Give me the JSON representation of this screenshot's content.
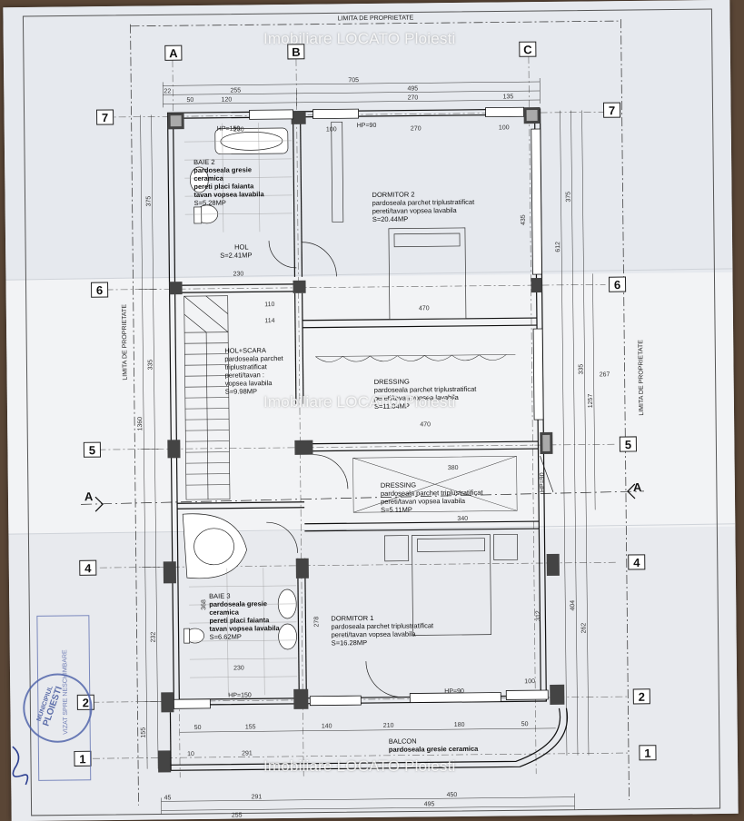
{
  "watermark": {
    "text": "Imobiliare LOCATO Ploiesti"
  },
  "property_limit": "LIMITA DE PROPRIETATE",
  "grid_letters": [
    "A",
    "B",
    "C"
  ],
  "grid_numbers": [
    "7",
    "6",
    "5",
    "4",
    "2",
    "1"
  ],
  "section_marks": [
    "A",
    "A"
  ],
  "rooms": {
    "baie2": {
      "name": "BAIE 2",
      "l1": "pardoseala gresie",
      "l2": "ceramica",
      "l3": "pereti placi faianta",
      "l4": "tavan vopsea lavabila",
      "area": "S=5.28MP"
    },
    "dormitor2": {
      "name": "DORMITOR 2",
      "l1": "pardoseala parchet triplustratificat",
      "l2": "pereti/tavan vopsea lavabila",
      "area": "S=20.44MP"
    },
    "hol": {
      "name": "HOL",
      "area": "S=2.41MP"
    },
    "hol_scara": {
      "name": "HOL+SCARA",
      "l1": "pardoseala parchet",
      "l2": "triplustratificat",
      "l3": "pereti/tavan :",
      "l4": "vopsea lavabila",
      "area": "S=9.98MP"
    },
    "dressing1": {
      "name": "DRESSING",
      "l1": "pardoseala parchet triplustratificat",
      "l2": "pereti/tavan vopsea lavabila",
      "area": "S=11.04MP"
    },
    "dressing2": {
      "name": "DRESSING",
      "l1": "pardoseala parchet triplustratificat",
      "l2": "pereti/tavan vopsea lavabila",
      "area": "S=5.11MP"
    },
    "baie3": {
      "name": "BAIE 3",
      "l1": "pardoseala gresie",
      "l2": "ceramica",
      "l3": "pereti placi faianta",
      "l4": "tavan vopsea lavabila",
      "area": "S=6.62MP"
    },
    "dormitor1": {
      "name": "DORMITOR 1",
      "l1": "pardoseala parchet triplustratificat",
      "l2": "pereti/tavan vopsea lavabila",
      "area": "S=16.28MP"
    },
    "balcon": {
      "name": "BALCON",
      "l1": "pardoseala gresie ceramica"
    }
  },
  "door_labels": {
    "hp150_top": "HP=150",
    "hp90_top": "HP=90",
    "hp150_bottom": "HP=150",
    "hp90_bottom": "HP=90",
    "hp90_mid": "HP=90"
  },
  "dimensions": {
    "top_total": "705",
    "top_a": "255",
    "top_b": "495",
    "top_c": "22",
    "top_d": "270",
    "top_e": "135",
    "bottom_total": "495",
    "bottom_a": "255",
    "bottom_b": "291",
    "bottom_c": "450",
    "bottom_d": "45",
    "right_375": "375",
    "right_612": "612",
    "right_1257": "1257",
    "right_267": "267",
    "right_262": "262",
    "right_404": "404",
    "left_1360": "1360",
    "left_375": "375",
    "left_335": "335",
    "left_232": "232",
    "left_155": "155",
    "r470a": "470",
    "r470b": "470",
    "r340": "340",
    "r380": "380",
    "r110": "110",
    "r114": "114",
    "r230a": "230",
    "r230b": "230",
    "r100a": "100",
    "r100b": "100",
    "r312": "312",
    "r278": "278",
    "r368": "368",
    "r140": "140",
    "r210": "210",
    "r180": "180",
    "r155": "155",
    "r50": "50",
    "r120": "120",
    "r435": "435",
    "r10": "10"
  },
  "stamp": {
    "l1": "MUNICIPIUL",
    "l2": "PLOIESTI",
    "l3": "VIZAT SPRE",
    "l4": "NESCHIMBARE"
  }
}
